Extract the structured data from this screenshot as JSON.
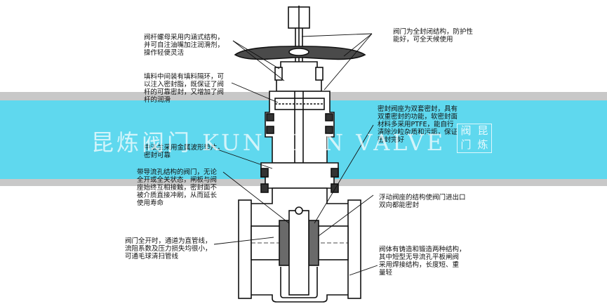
{
  "watermark": {
    "text": "昆炼阀门  KUN LIAN VALVE",
    "logo_chars": [
      "阀",
      "昆",
      "门",
      "炼"
    ]
  },
  "callouts": [
    {
      "id": "stem-nut",
      "text": "阀杆螺母采用内涵式结构，\n并可自注油嘴加注润滑剂，\n操作轻便灵活"
    },
    {
      "id": "packing",
      "text": "填料中间装有填料隔环，可\n以注入密封脂，既保证了阀\n杆的可靠密封，又增加了阀\n杆的润滑"
    },
    {
      "id": "bonnet-gasket",
      "text": "中法兰采用金属波形垫片，\n密封可靠"
    },
    {
      "id": "through-conduit",
      "text": "带导流孔结构的阀门，无论\n全开或全关状态，闸板与阀\n座始终互相接触，密封面不\n被介质直接冲刷，从而延长\n使用寿命"
    },
    {
      "id": "full-open",
      "text": "阀门全开时，通道为直管线，\n流阻系数及压力损失均很小，\n可通毛球清扫管线"
    },
    {
      "id": "fully-enclosed",
      "text": "阀门为全封闭结构，防护性\n能好，可全天候使用"
    },
    {
      "id": "seat-seal",
      "text": "密封阀座为双套密封，具有\n双重密封的功能，软密封面\n材料多采用PTFE，能自行\n清除沙粒杂质和污垢，保证\n密封完好"
    },
    {
      "id": "floating-seat",
      "text": "浮动阀座的结构使阀门进出口\n双向都能密封"
    },
    {
      "id": "body-construction",
      "text": "阀体有铸造和锻造两种结构，\n其中短型无导流孔平板闸阀\n采用焊接结构，长度短、重\n量轻"
    }
  ],
  "colors": {
    "band_cyan": "#5fd8ee",
    "band_gray": "#c8c8c8",
    "drawing_ink": "#111111",
    "handwheel_fill": "#4a4a4a"
  }
}
